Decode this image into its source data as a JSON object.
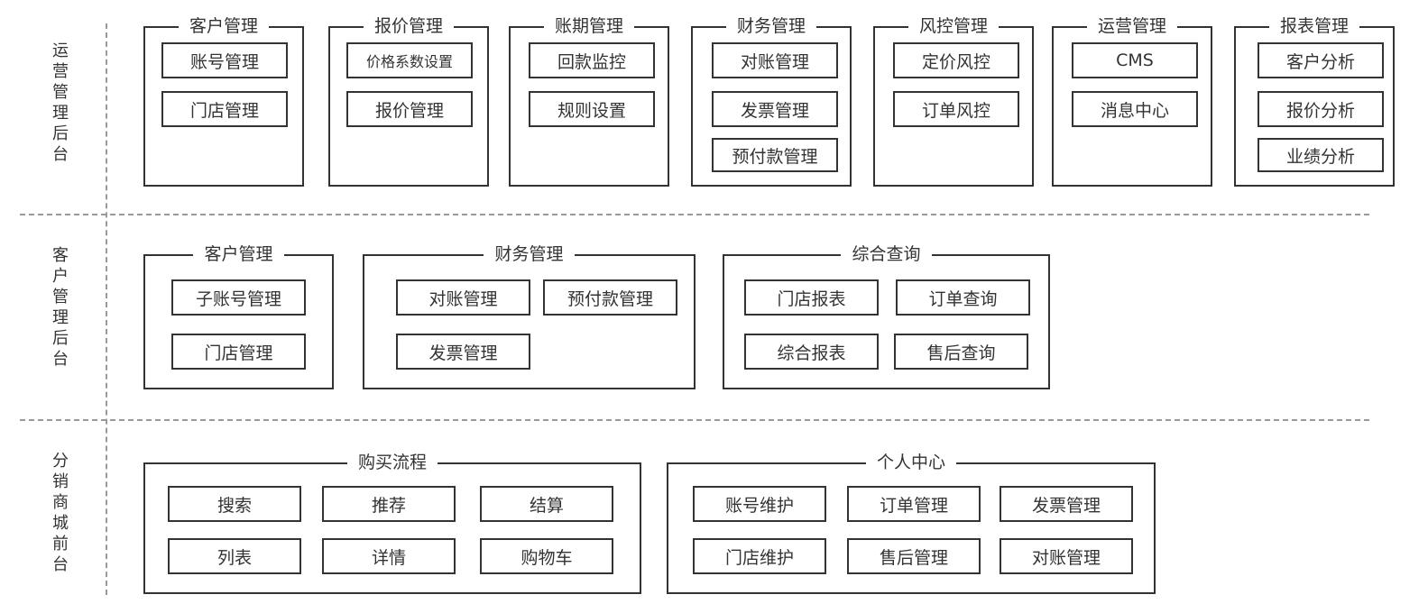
{
  "tiers": [
    {
      "label": "运营管理后台",
      "groups": [
        {
          "title": "客户管理",
          "items": [
            "账号管理",
            "门店管理"
          ]
        },
        {
          "title": "报价管理",
          "items": [
            "价格系数设置",
            "报价管理"
          ]
        },
        {
          "title": "账期管理",
          "items": [
            "回款监控",
            "规则设置"
          ]
        },
        {
          "title": "财务管理",
          "items": [
            "对账管理",
            "发票管理",
            "预付款管理"
          ]
        },
        {
          "title": "风控管理",
          "items": [
            "定价风控",
            "订单风控"
          ]
        },
        {
          "title": "运营管理",
          "items": [
            "CMS",
            "消息中心"
          ]
        },
        {
          "title": "报表管理",
          "items": [
            "客户分析",
            "报价分析",
            "业绩分析"
          ]
        }
      ]
    },
    {
      "label": "客户管理后台",
      "groups": [
        {
          "title": "客户管理",
          "items": [
            "子账号管理",
            "门店管理"
          ]
        },
        {
          "title": "财务管理",
          "items": [
            "对账管理",
            "预付款管理",
            "发票管理"
          ]
        },
        {
          "title": "综合查询",
          "items": [
            "门店报表",
            "订单查询",
            "综合报表",
            "售后查询"
          ]
        }
      ]
    },
    {
      "label": "分销商城前台",
      "groups": [
        {
          "title": "购买流程",
          "items": [
            "搜索",
            "推荐",
            "结算",
            "列表",
            "详情",
            "购物车"
          ]
        },
        {
          "title": "个人中心",
          "items": [
            "账号维护",
            "订单管理",
            "发票管理",
            "门店维护",
            "售后管理",
            "对账管理"
          ]
        }
      ]
    }
  ]
}
